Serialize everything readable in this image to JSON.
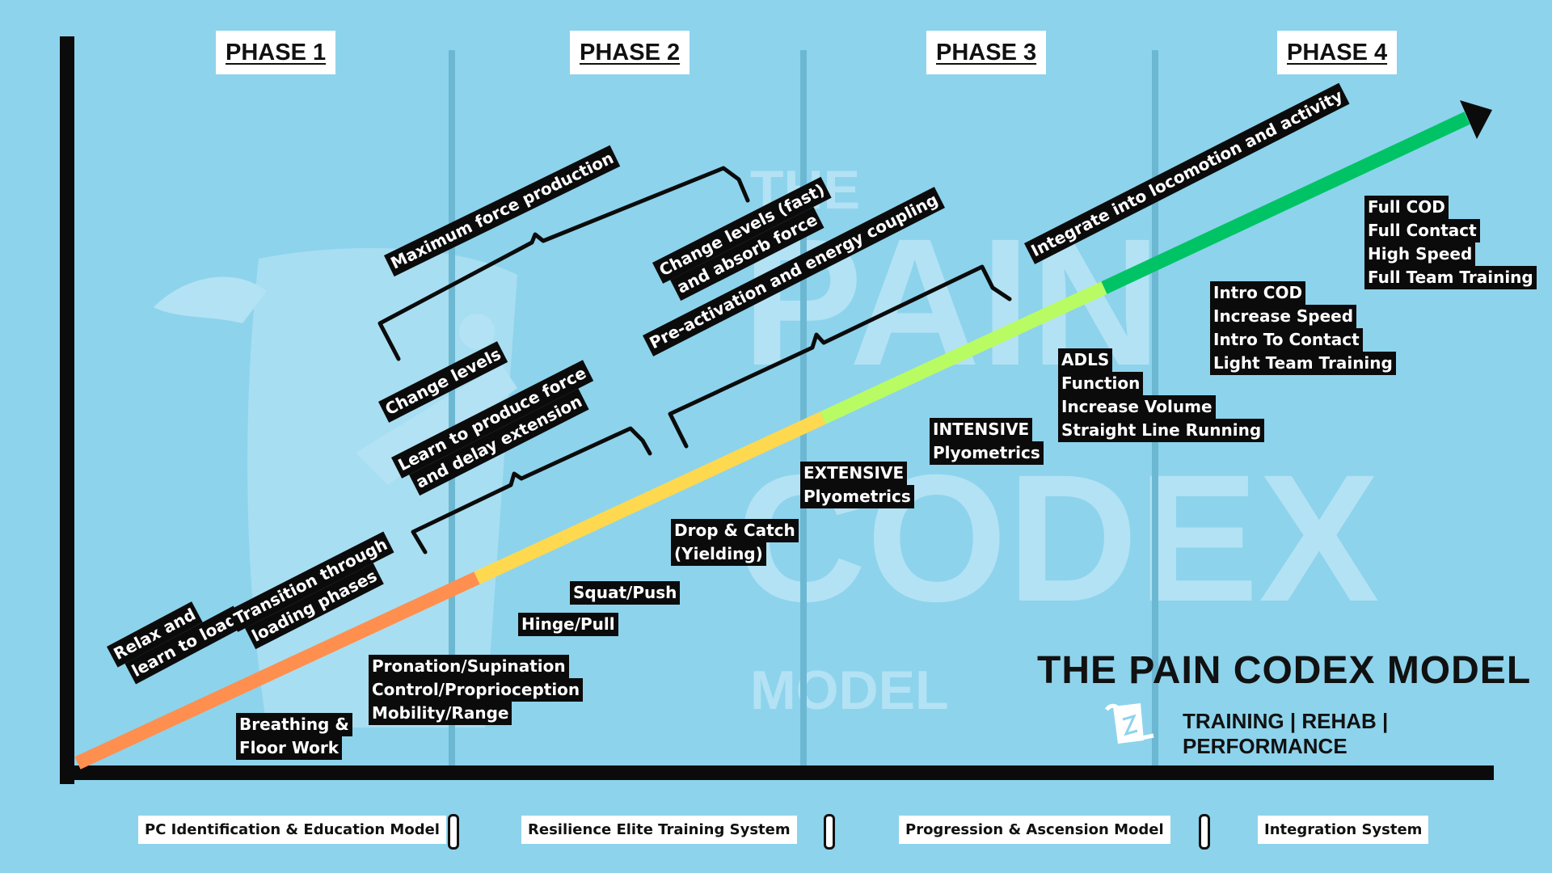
{
  "watermark": {
    "line1": "THE",
    "line2": "PAIN",
    "line3": "CODEX",
    "line4": "MODEL"
  },
  "phases": [
    "PHASE 1",
    "PHASE 2",
    "PHASE 3",
    "PHASE 4"
  ],
  "diagonal_labels": {
    "relax": [
      "Relax and",
      "learn to load"
    ],
    "transition": [
      "Transition through",
      "loading phases"
    ],
    "change_levels": [
      "Change levels"
    ],
    "learn_force": [
      "Learn to produce force",
      "and delay extension"
    ],
    "max_force": [
      "Maximum force production"
    ],
    "change_fast": [
      "Change levels (fast)",
      "and absorb force"
    ],
    "preactivation": [
      "Pre-activation and energy coupling"
    ],
    "integrate": [
      "Integrate into locomotion and activity"
    ]
  },
  "box_labels": {
    "breathing": [
      "Breathing &",
      "Floor Work"
    ],
    "pronation": [
      "Pronation/Supination",
      "Control/Proprioception",
      "Mobility/Range"
    ],
    "hinge": [
      "Hinge/Pull"
    ],
    "squat": [
      "Squat/Push"
    ],
    "drop": [
      "Drop & Catch",
      "(Yielding)"
    ],
    "extensive": [
      "EXTENSIVE",
      "Plyometrics"
    ],
    "intensive": [
      "INTENSIVE",
      "Plyometrics"
    ],
    "adls": [
      "ADLS",
      "Function",
      "Increase Volume",
      "Straight Line Running"
    ],
    "intro": [
      "Intro COD",
      "Increase Speed",
      "Intro To Contact",
      "Light Team Training"
    ],
    "full": [
      "Full COD",
      "Full Contact",
      "High Speed",
      "Full Team Training"
    ]
  },
  "title": "THE PAIN CODEX MODEL",
  "tagline": "TRAINING | REHAB | PERFORMANCE",
  "footer": [
    "PC Identification & Education Model",
    "Resilience Elite Training System",
    "Progression & Ascension Model",
    "Integration System"
  ],
  "colors": {
    "background": "#8dd3ec",
    "watermark": "#b3e2f4",
    "segment1": "#ff8f4f",
    "segment2": "#fed94f",
    "segment3": "#b9fb63",
    "segment4": "#00c365",
    "axis": "#0b0b0b"
  }
}
